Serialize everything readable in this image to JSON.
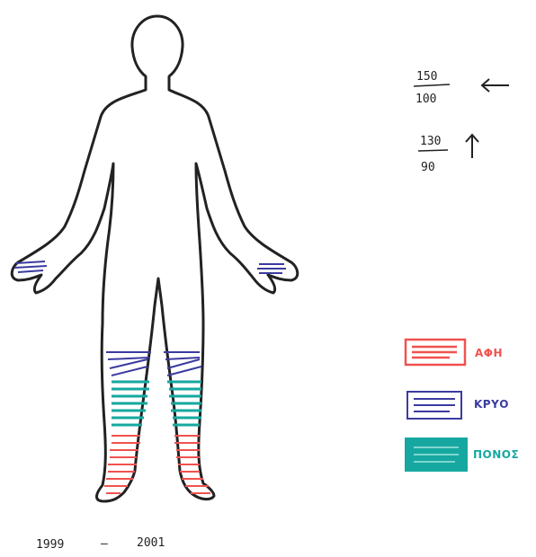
{
  "blood_pressure": {
    "reading_1": {
      "numerator": "150",
      "denominator": "100",
      "arrow": "left-arrow"
    },
    "reading_2": {
      "numerator": "130",
      "denominator": "90",
      "arrow": "up-arrow"
    }
  },
  "legend": {
    "items": [
      {
        "label": "ΑΦΗ",
        "color": "#f0524f"
      },
      {
        "label": "ΚΡΥΟ",
        "color": "#3b3ba0"
      },
      {
        "label": "ΠΟΝΟΣ",
        "color": "#16a8a0"
      }
    ]
  },
  "date_range": {
    "start": "1999",
    "dash": "–",
    "end": "2001"
  },
  "colors": {
    "outline": "#222222",
    "touch": "#f0524f",
    "cold": "#3b3ba0",
    "pain": "#16a8a0"
  }
}
